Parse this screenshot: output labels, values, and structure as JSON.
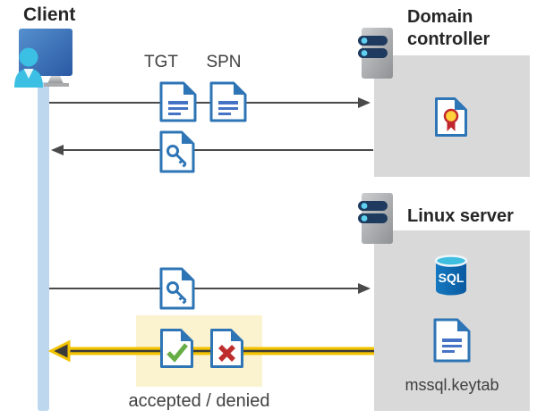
{
  "diagram": {
    "client": {
      "label": "Client"
    },
    "domain_controller": {
      "label": "Domain controller"
    },
    "linux_server": {
      "label": "Linux server"
    },
    "messages": {
      "tgt_label": "TGT",
      "spn_label": "SPN",
      "accepted_denied_label": "accepted / denied",
      "keytab_label": "mssql.keytab",
      "sql_label": "SQL"
    },
    "colors": {
      "zone_gray": "#D9D9D9",
      "lifeline_blue": "#BDD7EE",
      "highlight_yellow_box": "#FBF3CF",
      "highlight_yellow_arrow": "#F2C300",
      "arrow_gray": "#4A4A4A",
      "doc_border_blue": "#2E75B6",
      "doc_text_lines_blue": "#4472C4",
      "check_green": "#67AD45",
      "cross_red": "#BE2E2E",
      "seal_yellow": "#FFD23B",
      "seal_red": "#C0272D",
      "sql_cylinder_blue": "#0E69B1",
      "sql_top_cyan": "#3FBEE0",
      "server_pill_navy": "#1E3A5F",
      "server_dot_cyan": "#5FD0F0",
      "monitor_blue": "#2A59A3",
      "person_cyan": "#3BBFE3"
    }
  }
}
